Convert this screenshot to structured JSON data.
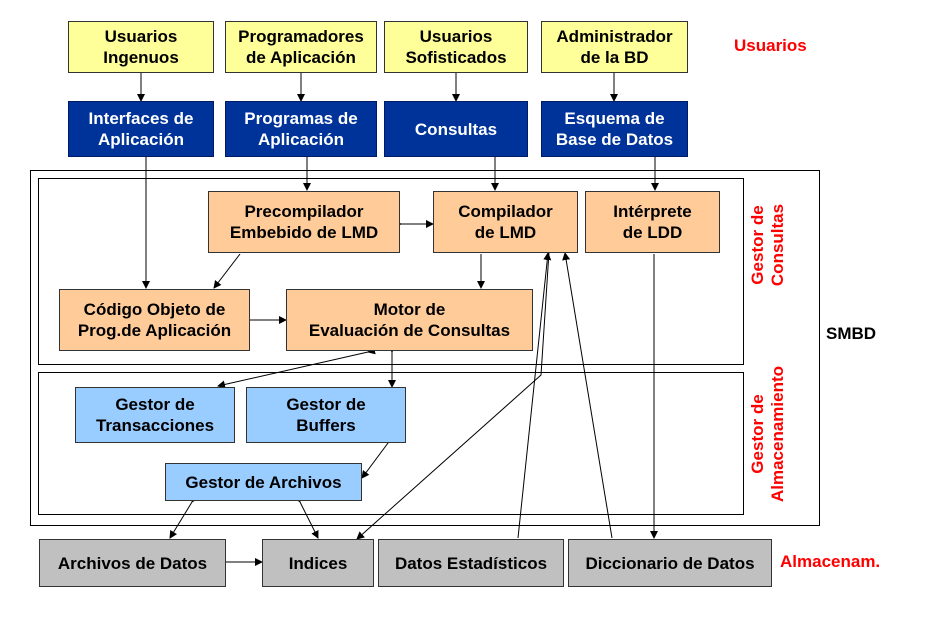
{
  "users": {
    "naive": "Usuarios\nIngenuos",
    "programmers": "Programadores\nde Aplicación",
    "sophisticated": "Usuarios\nSofisticados",
    "dba": "Administrador\nde la BD",
    "group_label": "Usuarios"
  },
  "interfaces": {
    "app_interfaces": "Interfaces de\nAplicación",
    "app_programs": "Programas de\nAplicación",
    "queries": "Consultas",
    "db_schema": "Esquema de\nBase de Datos"
  },
  "query_manager": {
    "precompiler": "Precompilador\nEmbebido de LMD",
    "dml_compiler": "Compilador\nde LMD",
    "ddl_interpreter": "Intérprete\nde LDD",
    "object_code": "Código Objeto de\nProg.de Aplicación",
    "eval_engine": "Motor de\nEvaluación de Consultas",
    "label": "Gestor de\nConsultas"
  },
  "storage_manager": {
    "transactions": "Gestor de\nTransacciones",
    "buffers": "Gestor de\nBuffers",
    "files": "Gestor de Archivos",
    "label": "Gestor de\nAlmacenamiento"
  },
  "smbd_label": "SMBD",
  "storage": {
    "data_files": "Archivos de Datos",
    "indices": "Indices",
    "statistics": "Datos Estadísticos",
    "dictionary": "Diccionario de Datos",
    "label": "Almacenam."
  },
  "colors": {
    "user_box": "#ffff99",
    "interface_box": "#003399",
    "query_box": "#ffcc99",
    "storage_manager_box": "#99ccff",
    "storage_box": "#c0c0c0",
    "group_label": "#ff0000"
  }
}
